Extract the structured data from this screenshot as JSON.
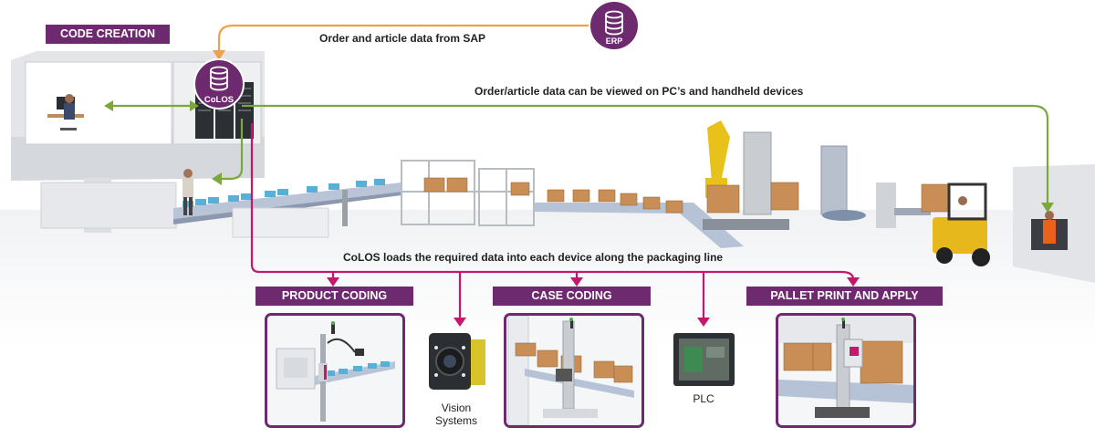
{
  "colors": {
    "purple": "#6e2a6e",
    "orange": "#f0a04b",
    "green": "#7aa83a",
    "magenta": "#c4186d"
  },
  "banners": {
    "code_creation": "CODE CREATION",
    "product_coding": "PRODUCT CODING",
    "case_coding": "CASE CODING",
    "pallet": "PALLET PRINT AND APPLY"
  },
  "nodes": {
    "erp": "ERP",
    "colos": "CoLOS"
  },
  "flows": {
    "sap": "Order and article data from SAP",
    "viewed": "Order/article data can be viewed on PC’s and handheld devices",
    "loads": "CoLOS loads the required data into each device along the packaging line"
  },
  "devices": {
    "vision_line1": "Vision",
    "vision_line2": "Systems",
    "plc": "PLC"
  },
  "icons": [
    "database-icon",
    "vision-camera-icon",
    "plc-screen-icon",
    "arrow-head-icon"
  ]
}
